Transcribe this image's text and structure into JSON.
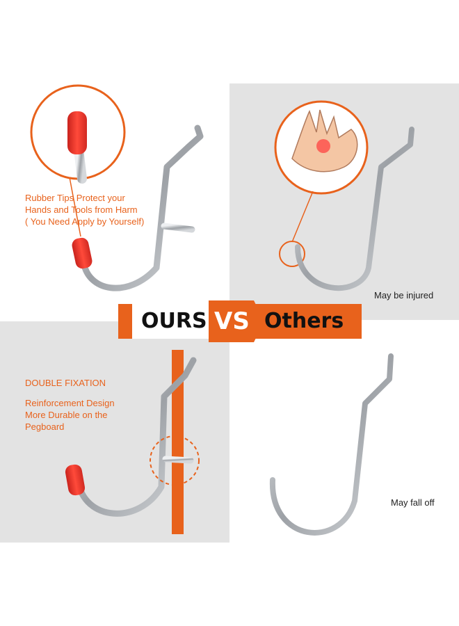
{
  "banner": {
    "ours": "OURS",
    "vs": "VS",
    "others": "Others"
  },
  "top_left": {
    "caption_lines": [
      "Rubber Tips Protect your",
      "Hands and Tools from Harm",
      "( You Need Apply by Yourself)"
    ]
  },
  "top_right": {
    "caption": "May be injured"
  },
  "bottom_left": {
    "heading": "DOUBLE FIXATION",
    "caption_lines": [
      "Reinforcement Design",
      "More Durable on the",
      "Pegboard"
    ]
  },
  "bottom_right": {
    "caption": "May fall off"
  },
  "colors": {
    "accent": "#e8621c",
    "rubber_tip": "#e8322a",
    "panel_gray": "#e3e3e3",
    "steel": "#b9bcc0"
  }
}
